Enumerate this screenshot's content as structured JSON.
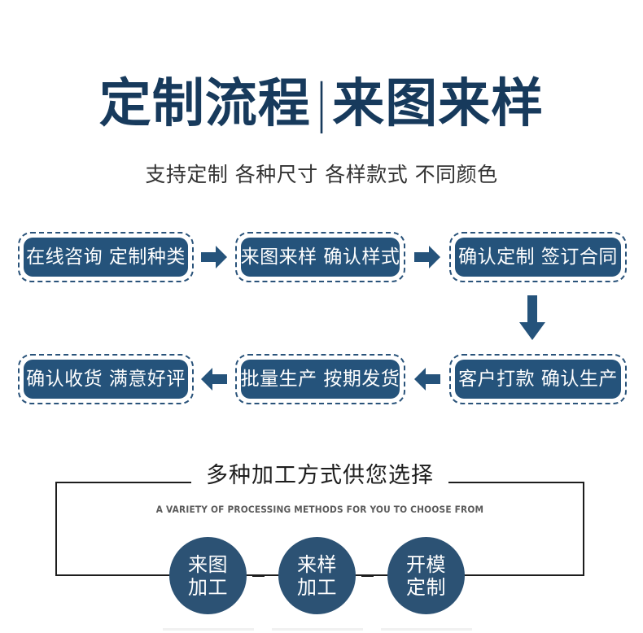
{
  "header": {
    "title_left": "定制流程",
    "title_divider": "|",
    "title_right": "来图来样",
    "subtitle": "支持定制 各种尺寸 各样款式 不同颜色"
  },
  "flow": {
    "steps": [
      {
        "id": "step-1",
        "label": "在线咨询 定制种类"
      },
      {
        "id": "step-2",
        "label": "来图来样 确认样式"
      },
      {
        "id": "step-3",
        "label": "确认定制 签订合同"
      },
      {
        "id": "step-4",
        "label": "客户打款 确认生产"
      },
      {
        "id": "step-5",
        "label": "批量生产 按期发货"
      },
      {
        "id": "step-6",
        "label": "确认收货 满意好评"
      }
    ],
    "arrows": [
      {
        "id": "arrow-1",
        "direction": "right"
      },
      {
        "id": "arrow-2",
        "direction": "right"
      },
      {
        "id": "arrow-3",
        "direction": "down"
      },
      {
        "id": "arrow-4",
        "direction": "left"
      },
      {
        "id": "arrow-5",
        "direction": "left"
      }
    ]
  },
  "methods": {
    "title": "多种加工方式供您选择",
    "subtitle": "A VARIETY OF PROCESSING METHODS FOR YOU TO CHOOSE FROM",
    "options": [
      {
        "id": "option-1",
        "line1": "来图",
        "line2": "加工"
      },
      {
        "id": "option-2",
        "line1": "来样",
        "line2": "加工"
      },
      {
        "id": "option-3",
        "line1": "开模",
        "line2": "定制"
      }
    ],
    "connector": "—"
  },
  "colors": {
    "title_navy": "#173a5c",
    "box_fill": "#25537b",
    "box_border": "#2a537a",
    "circle_fill": "#2c5274",
    "arrow": "#25537b",
    "frame": "#1d1d1d",
    "subtitle_text": "#333333",
    "english_text": "#5b5b5b",
    "background": "#ffffff"
  }
}
